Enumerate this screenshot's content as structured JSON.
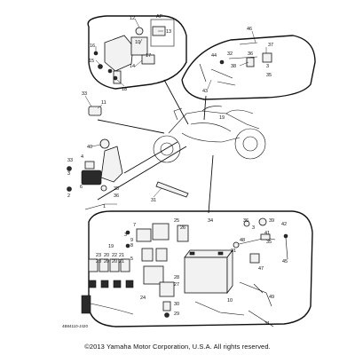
{
  "callouts": {
    "n1": "1",
    "n2": "2",
    "n3": "3",
    "n4": "4",
    "n5": "5",
    "n6": "6",
    "n7": "7",
    "n8": "8",
    "n9": "9",
    "n10": "10",
    "n11": "11",
    "n12": "12",
    "n13": "13",
    "n14": "14",
    "n15": "15",
    "n16": "16",
    "n17": "17",
    "n18": "18",
    "n19": "19",
    "n20": "20",
    "n21": "21",
    "n22": "22",
    "n23": "23",
    "n24": "24",
    "n25": "25",
    "n26": "26",
    "n27": "27",
    "n28": "28",
    "n29": "29",
    "n30": "30",
    "n31": "31",
    "n32": "32",
    "n33": "33",
    "n34": "34",
    "n35": "35",
    "n36": "36",
    "n37": "37",
    "n38": "38",
    "n39": "39",
    "n40": "40",
    "n41": "41",
    "n42": "42",
    "n43": "43",
    "n44": "44",
    "n45": "45",
    "n46": "46",
    "n47": "47",
    "n48": "48",
    "n49": "49",
    "ap": "AP"
  },
  "drawing_code": "4B84110-J420",
  "copyright": "©2013 Yamaha Motor Corporation, U.S.A. All rights reserved."
}
